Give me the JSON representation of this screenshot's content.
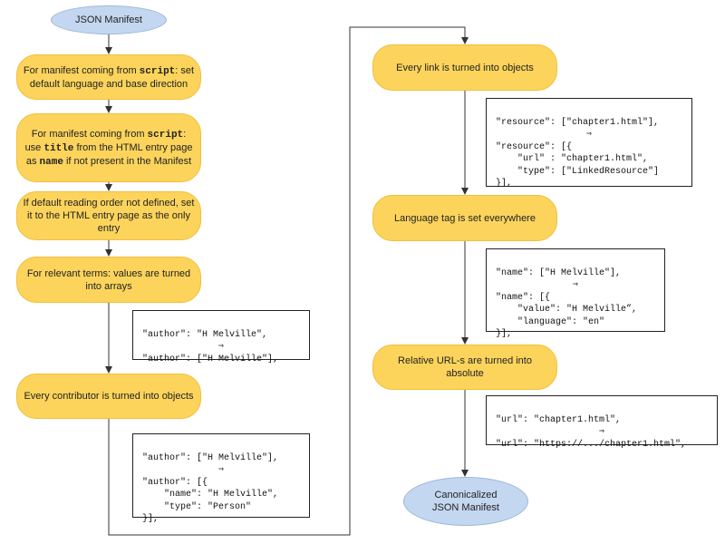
{
  "nodes": {
    "start": "JSON Manifest",
    "set_language": {
      "prefix": "For manifest coming from",
      "code": "script",
      "suffix": ": set default language and base direction"
    },
    "use_title": {
      "prefix": "For manifest coming from",
      "code1": "script",
      "mid1": ": use",
      "code2": "title",
      "mid2": "from the HTML entry page as",
      "code3": "name",
      "suffix": "if not present in the Manifest"
    },
    "reading_order": "If default reading order not defined, set it to the HTML entry page as the only entry",
    "arrays": "For relevant terms: values are turned into arrays",
    "contributor": "Every contributor is turned into objects",
    "links": "Every link is turned into objects",
    "language_tag": "Language tag is set everywhere",
    "relative_urls": "Relative URL-s are turned into absolute",
    "end": "Canonicalized JSON Manifest"
  },
  "snippets": {
    "arrays": {
      "before": "\"author\": \"H Melville\",",
      "arrow": "⇒",
      "after": "\"author\": [\"H Melville\"],"
    },
    "contributor": {
      "before": "\"author\": [\"H Melville\"],",
      "arrow": "⇒",
      "after": "\"author\": [{\n    \"name\": \"H Melville\",\n    \"type\": \"Person\"\n}],"
    },
    "links": {
      "before": "\"resource\": [\"chapter1.html\"],",
      "arrow": "⇒",
      "after": "\"resource\": [{\n    \"url\" : \"chapter1.html\",\n    \"type\": [\"LinkedResource\"]\n}],"
    },
    "language": {
      "before": "\"name\": [\"H Melville\"],",
      "arrow": "⇒",
      "after": "\"name\": [{\n    \"value\": \"H Melville”,\n    \"language\": \"en\"\n}],"
    },
    "urls": {
      "before": "\"url\": \"chapter1.html\",",
      "arrow": "⇒",
      "after": "\"url\": \"https://.../chapter1.html\","
    }
  }
}
